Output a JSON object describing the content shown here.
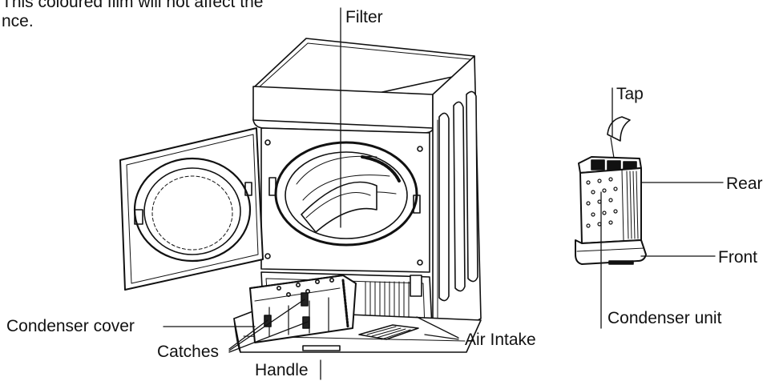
{
  "intro": {
    "line1": "This coloured film will not affect the",
    "line2": "nce."
  },
  "labels": {
    "filter": "Filter",
    "tap": "Tap",
    "rear": "Rear",
    "front": "Front",
    "condenser_unit": "Condenser unit",
    "condenser_cover": "Condenser cover",
    "catches": "Catches",
    "air_intake": "Air Intake",
    "handle": "Handle"
  }
}
